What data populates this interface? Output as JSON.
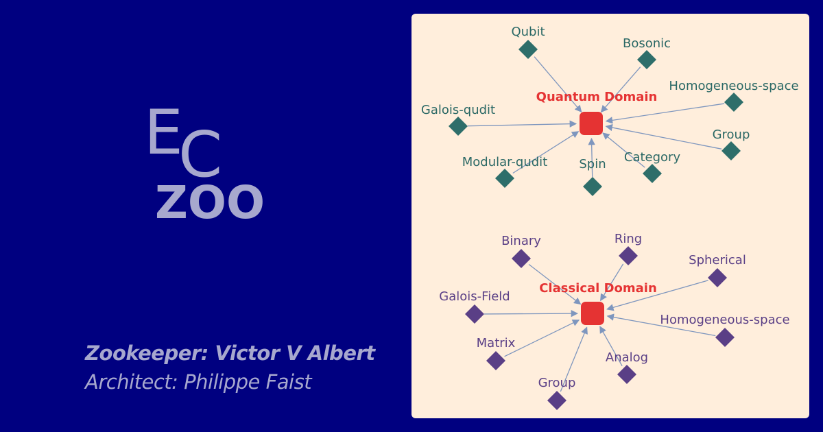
{
  "logo": {
    "e": "E",
    "c": "C",
    "zoo": "ZOO"
  },
  "credits": {
    "zookeeper": "Zookeeper: Victor V Albert",
    "architect": "Architect: Philippe Faist"
  },
  "colors": {
    "background": "#000080",
    "logo": "#A7A8CE",
    "panel": "#FFEEDC",
    "hub": "#E53333",
    "quantum_node": "#2E6E6A",
    "classical_node": "#5A3F86",
    "edge": "#7E96BE"
  },
  "graphs": [
    {
      "id": "quantum",
      "hub": "Quantum Domain",
      "nodes": [
        "Qubit",
        "Bosonic",
        "Homogeneous-space",
        "Galois-qudit",
        "Group",
        "Category",
        "Spin",
        "Modular-qudit"
      ]
    },
    {
      "id": "classical",
      "hub": "Classical Domain",
      "nodes": [
        "Binary",
        "Ring",
        "Spherical",
        "Galois-Field",
        "Homogeneous-space",
        "Analog",
        "Group",
        "Matrix"
      ]
    }
  ]
}
